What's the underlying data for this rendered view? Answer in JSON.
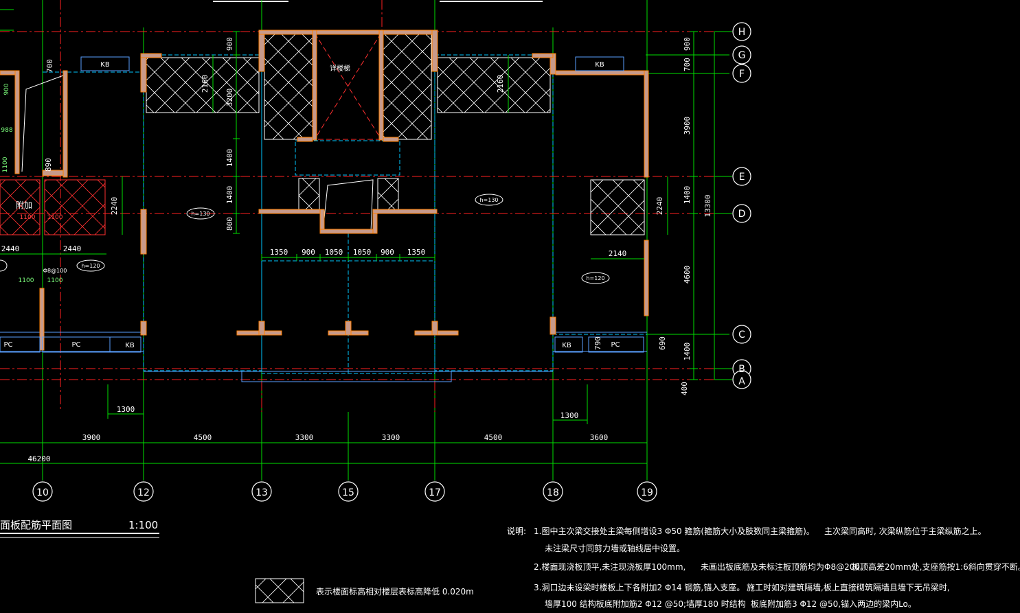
{
  "drawing": {
    "title_partial": "面板配筋平面图",
    "scale": "1:100",
    "colors": {
      "background": "#000000",
      "axis_line": "#00ff00",
      "center_line": "#ff2020",
      "dim_line": "#00ff00",
      "wall_fill": "#c89a8a",
      "wall_edge": "#ff8000",
      "beam_dashed": "#00c8ff",
      "hatch": "#ffffff",
      "text": "#ffffff"
    }
  },
  "axes": {
    "horizontal": [
      {
        "label": "H"
      },
      {
        "label": "G"
      },
      {
        "label": "F"
      },
      {
        "label": "E"
      },
      {
        "label": "D"
      },
      {
        "label": "C"
      },
      {
        "label": "B"
      },
      {
        "label": "A"
      }
    ],
    "vertical": [
      {
        "label": "10"
      },
      {
        "label": "12"
      },
      {
        "label": "13"
      },
      {
        "label": "15"
      },
      {
        "label": "17"
      },
      {
        "label": "18"
      },
      {
        "label": "19"
      }
    ]
  },
  "bottom_dimensions": {
    "spans": [
      "3900",
      "4500",
      "3300",
      "3300",
      "4500",
      "3600"
    ],
    "total": "46200",
    "left_1300": "1300",
    "right_1300": "1300"
  },
  "right_dimensions": {
    "segments": [
      "900",
      "700",
      "3900",
      "1400",
      "4600",
      "1400",
      "400"
    ],
    "total": "13300",
    "other": [
      "2240",
      "690"
    ]
  },
  "interior_dimensions": {
    "row": [
      "1350",
      "900",
      "1050",
      "1050",
      "900",
      "1350"
    ],
    "left_vertical": [
      "900",
      "3200",
      "1400",
      "1400",
      "800"
    ],
    "d2160_left": "2160",
    "d2160_right": "2160",
    "d2240_left": "2240",
    "d2440_a": "2440",
    "d2440_b": "2440",
    "d2140": "2140",
    "d890": "890",
    "d790": "790",
    "d700": "700"
  },
  "labels": {
    "kb": "KB",
    "pc": "PC",
    "stair": "详楼梯",
    "attach": "附加",
    "h130": "h=130",
    "h120": "h=120",
    "rebar_note": "Φ8@100",
    "green_1100": "1100",
    "green_900": "900",
    "green_988": "988"
  },
  "legend": {
    "text": "表示楼面标高相对楼层表标高降低 0.020m"
  },
  "notes": {
    "heading": "说明:",
    "line1": "1.图中主次梁交接处主梁每侧增设3 Φ50 箍筋(箍筋大小及肢数同主梁箍筋)。",
    "line1b": "主次梁同高时,     次梁纵筋位于主梁纵筋之上。",
    "line1c": "未注梁尺寸同剪力墙或轴线居中设置。",
    "line2": "2.楼面现浇板顶平,未注现浇板厚100mm,",
    "line2b": "未画出板底筋及未标注板顶筋均为Φ8@200。",
    "line2c": "板顶高差20mm处,支座筋按1:6斜向贯穿不断。",
    "line3": "3.洞口边未设梁时楼板上下各附加2 Φ14 钢筋,锚入支座。",
    "line3b": "施工时如对建筑隔墙,板上直接砌筑隔墙且墙下无吊梁时,",
    "line3c": "墙厚100 结构板底附加筋2 Φ12 @50;墙厚180 时结构",
    "line3d": "板底附加筋3 Φ12 @50,锚入两边的梁内Lo。"
  }
}
